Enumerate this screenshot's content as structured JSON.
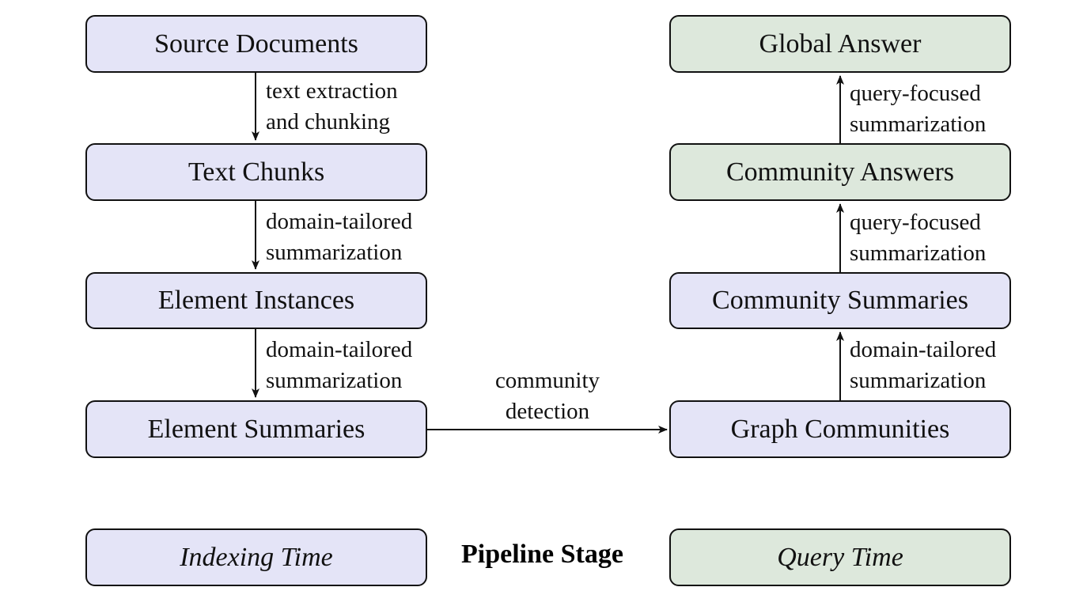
{
  "indexing_nodes": {
    "source_documents": "Source Documents",
    "text_chunks": "Text Chunks",
    "element_instances": "Element Instances",
    "element_summaries": "Element Summaries"
  },
  "query_nodes": {
    "global_answer": "Global Answer",
    "community_answers": "Community Answers",
    "community_summaries": "Community Summaries",
    "graph_communities": "Graph Communities"
  },
  "edges": {
    "docs_to_chunks": [
      "text extraction",
      "and chunking"
    ],
    "chunks_to_instances": [
      "domain-tailored",
      "summarization"
    ],
    "instances_to_summaries": [
      "domain-tailored",
      "summarization"
    ],
    "summaries_to_communities": [
      "community",
      "detection"
    ],
    "communities_to_comm_summaries": [
      "domain-tailored",
      "summarization"
    ],
    "comm_summaries_to_comm_answers": [
      "query-focused",
      "summarization"
    ],
    "comm_answers_to_global": [
      "query-focused",
      "summarization"
    ]
  },
  "legend": {
    "indexing": "Indexing Time",
    "title": "Pipeline Stage",
    "query": "Query Time"
  },
  "colors": {
    "indexing_fill": "#e4e4f7",
    "query_fill": "#dde8dc",
    "stroke": "#111111"
  }
}
